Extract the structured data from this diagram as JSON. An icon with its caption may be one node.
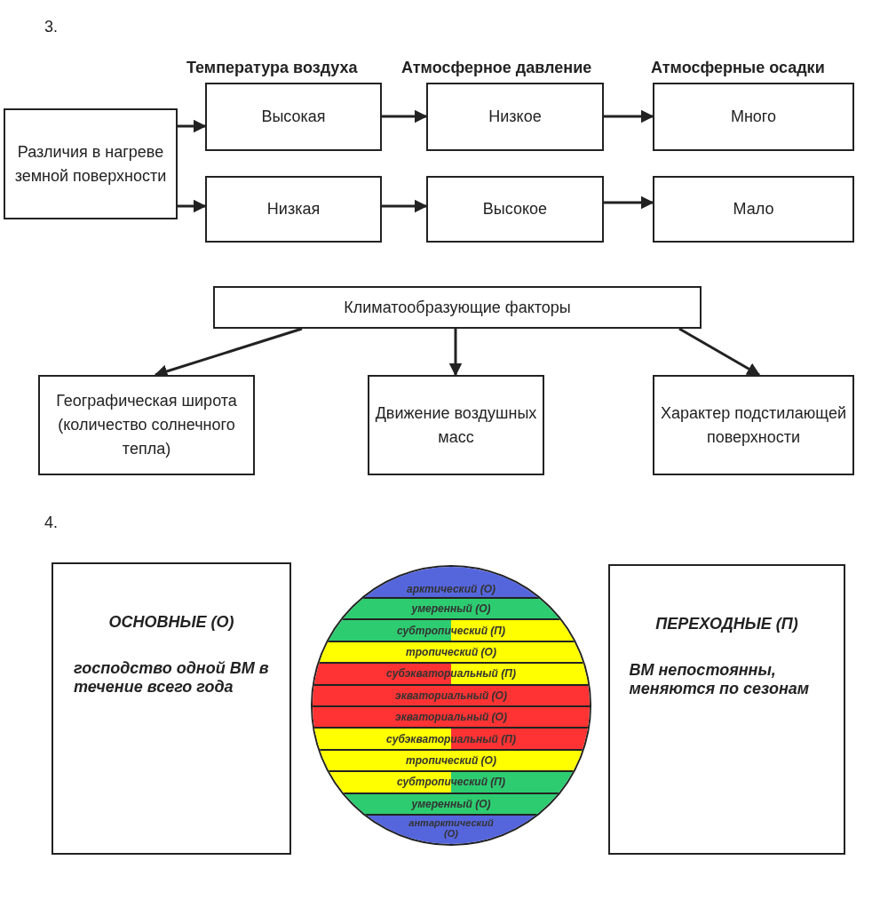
{
  "diagram": {
    "nodes": [
      {
        "text": [
          "Различия в нагреве земной поверхности"
        ]
      },
      {
        "text": [
          "Высокая"
        ]
      },
      {
        "text": [
          "Низкое"
        ]
      },
      {
        "text": [
          "Много"
        ]
      },
      {
        "text": [
          "Низкая"
        ]
      },
      {
        "text": [
          "Высокое"
        ]
      },
      {
        "text": [
          "Мало"
        ]
      },
      {
        "text": [
          "Климатообразующие факторы"
        ]
      },
      {
        "text": [
          "Географическая широта (количество солнечного тепла)"
        ]
      },
      {
        "text": [
          "Движение воздушных масс"
        ]
      },
      {
        "text": [
          "Характер подстилающей поверхности"
        ]
      },
      {
        "text": [
          "ОСНОВНЫЕ (О)",
          "господство одной ВМ в течение всего года"
        ]
      },
      {
        "text": [
          "ПЕРЕХОДНЫЕ (П)",
          "ВМ непостоянны, меняются по сезонам"
        ]
      },
      {
        "text": [],
        "shape": "circle"
      },
      {
        "text": [
          "арктический (О)"
        ],
        "in": 13
      },
      {
        "text": [
          "умеренный (О)"
        ],
        "in": 13
      },
      {
        "text": [
          "субтропический (П)"
        ],
        "in": 13
      },
      {
        "text": [
          "тропический (О)"
        ],
        "in": 13
      },
      {
        "text": [
          "субэкваториальный (П)"
        ],
        "in": 13
      },
      {
        "text": [
          "экваториальный (О)"
        ],
        "in": 13
      },
      {
        "text": [
          "экваториальный (О)"
        ],
        "in": 13
      },
      {
        "text": [
          "субэкваториальный (П)"
        ],
        "in": 13
      },
      {
        "text": [
          "тропический (О)"
        ],
        "in": 13
      },
      {
        "text": [
          "субтропический (П)"
        ],
        "in": 13
      },
      {
        "text": [
          "умеренный (О)"
        ],
        "in": 13
      },
      {
        "text": [
          "антарктический (О)"
        ],
        "in": 13
      }
    ],
    "edges": [
      {
        "from": 0,
        "to": 1,
        "arrow": "to"
      },
      {
        "from": 0,
        "to": 4,
        "arrow": "to"
      },
      {
        "from": 1,
        "to": 2,
        "arrow": "to"
      },
      {
        "from": 2,
        "to": 3,
        "arrow": "to"
      },
      {
        "from": 4,
        "to": 5,
        "arrow": "to"
      },
      {
        "from": 5,
        "to": 6,
        "arrow": "to"
      },
      {
        "from": 7,
        "to": 8,
        "arrow": "to"
      },
      {
        "from": 7,
        "to": 9,
        "arrow": "to"
      },
      {
        "from": 7,
        "to": 10,
        "arrow": "to"
      }
    ],
    "labels": [
      "3.",
      "Температура воздуха",
      "Атмосферное давление",
      "Атмосферные осадки",
      "4."
    ]
  }
}
